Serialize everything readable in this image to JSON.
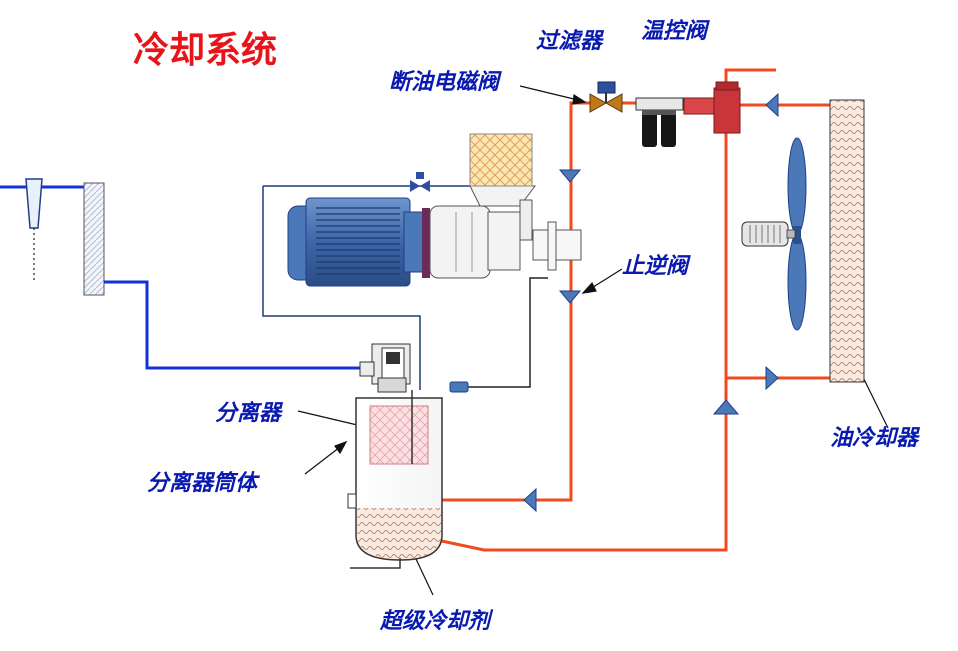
{
  "title": "冷却系统",
  "labels": {
    "filter": "过滤器",
    "thermo_valve": "温控阀",
    "solenoid": "断油电磁阀",
    "check_valve": "止逆阀",
    "separator": "分离器",
    "separator_tank": "分离器筒体",
    "oil_cooler": "油冷却器",
    "coolant": "超级冷却剂"
  },
  "colors": {
    "title": "#e8141a",
    "label": "#0a1ab0",
    "oil_line": "#f04a1e",
    "air_line": "#1430d8",
    "equipment_blue": "#4a78b8",
    "coolant_fill": "#f3d9c8",
    "pattern": "#c9856a",
    "separator_element": "#f6c8cc"
  }
}
